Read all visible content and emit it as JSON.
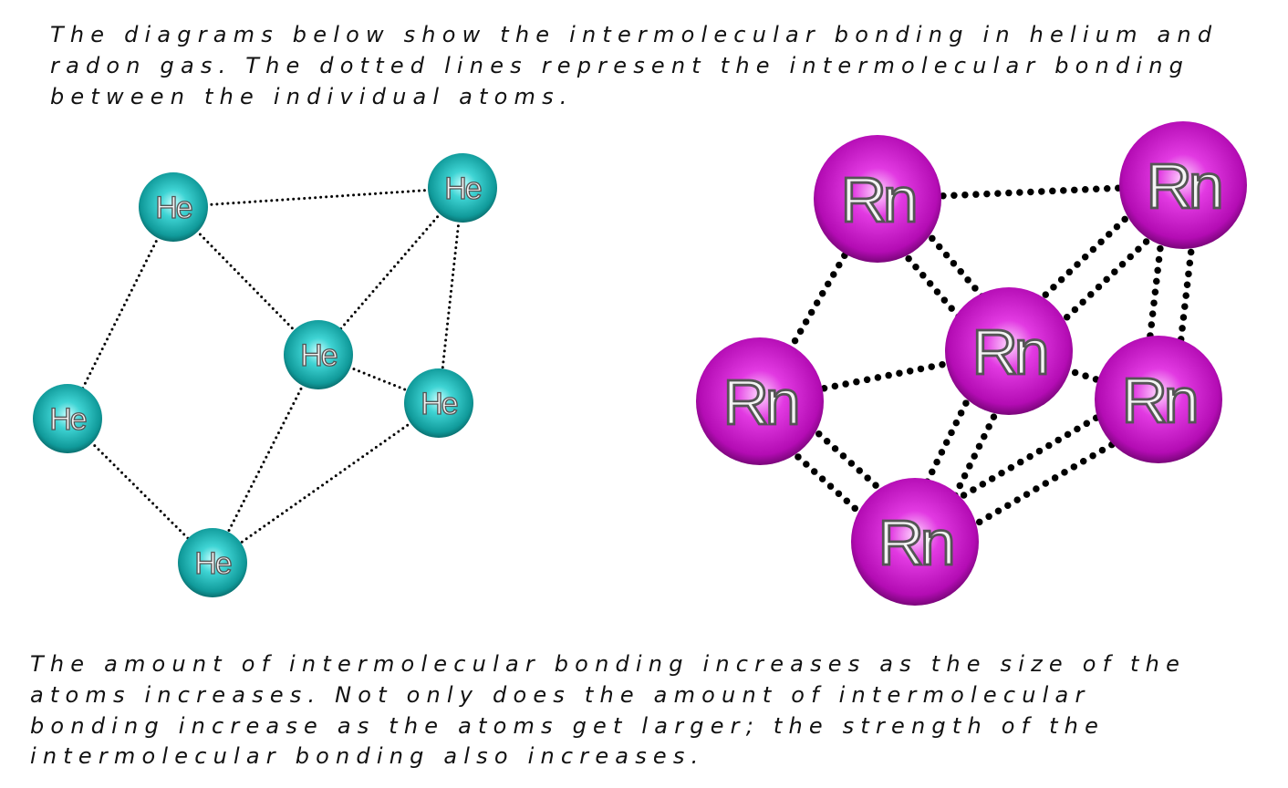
{
  "intro_lines": [
    "The diagrams below show the intermolecular bonding in helium and",
    "radon gas.  The dotted lines represent the intermolecular bonding",
    "between the individual atoms."
  ],
  "helium": {
    "label": "He",
    "color": "#1fb8b8",
    "atoms": [
      "He",
      "He",
      "He",
      "He",
      "He",
      "He"
    ],
    "bonds": [
      [
        0,
        1,
        1
      ],
      [
        0,
        2,
        1
      ],
      [
        0,
        3,
        1
      ],
      [
        1,
        2,
        1
      ],
      [
        1,
        4,
        1
      ],
      [
        2,
        4,
        1
      ],
      [
        2,
        5,
        1
      ],
      [
        3,
        5,
        1
      ],
      [
        4,
        5,
        1
      ]
    ]
  },
  "radon": {
    "label": "Rn",
    "color": "#cc14cc",
    "atoms": [
      "Rn",
      "Rn",
      "Rn",
      "Rn",
      "Rn",
      "Rn"
    ],
    "bonds": [
      [
        0,
        1,
        1
      ],
      [
        0,
        2,
        2
      ],
      [
        0,
        3,
        1
      ],
      [
        1,
        2,
        2
      ],
      [
        1,
        4,
        2
      ],
      [
        3,
        2,
        1
      ],
      [
        4,
        2,
        1
      ],
      [
        3,
        5,
        2
      ],
      [
        2,
        5,
        2
      ],
      [
        5,
        4,
        2
      ]
    ]
  },
  "conclusion_lines": [
    "The amount of intermolecular bonding increases as the size of the",
    "atoms increases.  Not only does the amount of intermolecular",
    "bonding increase as the atoms get larger; the strength of the",
    "intermolecular bonding also increases."
  ]
}
